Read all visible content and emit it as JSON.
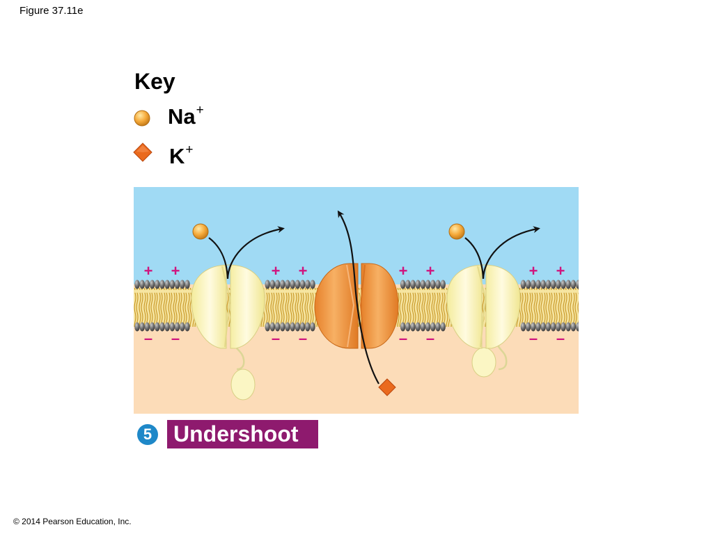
{
  "figure_label": "Figure 37.11e",
  "key": {
    "title": "Key",
    "items": [
      {
        "id": "na",
        "label": "Na",
        "superscript": "+",
        "icon": "sodium-ion-icon",
        "color": "#f5a93a"
      },
      {
        "id": "k",
        "label": "K",
        "superscript": "+",
        "icon": "potassium-ion-icon",
        "color": "#ea6a1e"
      }
    ]
  },
  "membrane": {
    "extracellular_color": "#a0daf4",
    "cytosol_color": "#fcdcb8",
    "outer_charge": "+",
    "inner_charge": "–",
    "charge_color": "#d0157e",
    "channels": [
      {
        "id": "na-channel-1",
        "type": "sodium",
        "state": "inactivated",
        "color": "#fbf6c0"
      },
      {
        "id": "k-channel",
        "type": "potassium",
        "state": "open",
        "color": "#f39a44"
      },
      {
        "id": "na-channel-2",
        "type": "sodium",
        "state": "inactivated",
        "color": "#fbf6c0"
      }
    ]
  },
  "step": {
    "number": "5",
    "label": "Undershoot",
    "badge_color": "#1e88c8",
    "label_color": "#8e1a6e"
  },
  "copyright": "© 2014 Pearson Education, Inc."
}
